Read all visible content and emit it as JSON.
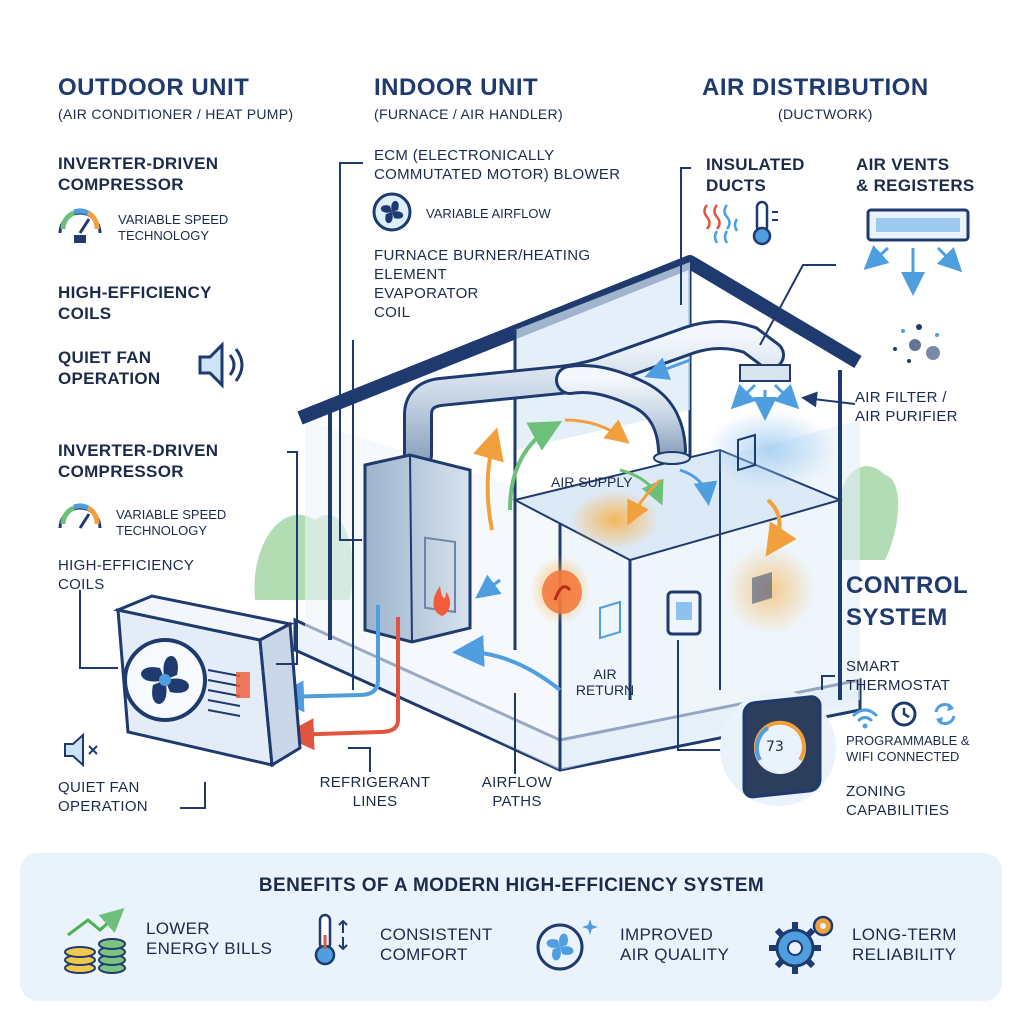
{
  "headers": {
    "outdoor": {
      "title": "OUTDOOR UNIT",
      "subtitle": "(AIR CONDITIONER / HEAT PUMP)"
    },
    "indoor": {
      "title": "INDOOR UNIT",
      "subtitle": "(FURNACE / AIR HANDLER)"
    },
    "distribution": {
      "title": "AIR DISTRIBUTION",
      "subtitle": "(DUCTWORK)"
    }
  },
  "outdoor_features": {
    "compressor_1": [
      "INVERTER-DRIVEN",
      "COMPRESSOR"
    ],
    "variable_speed_1": [
      "VARIABLE SPEED",
      "TECHNOLOGY"
    ],
    "coils_1": [
      "HIGH-EFFICIENCY",
      "COILS"
    ],
    "quiet_fan_1": [
      "QUIET FAN",
      "OPERATION"
    ],
    "compressor_2": [
      "INVERTER-DRIVEN",
      "COMPRESSOR"
    ],
    "variable_speed_2": [
      "VARIABLE SPEED",
      "TECHNOLOGY"
    ],
    "coils_2": [
      "HIGH-EFFICIENCY",
      "COILS"
    ],
    "quiet_fan_2": [
      "QUIET FAN",
      "OPERATION"
    ]
  },
  "indoor_features": {
    "ecm_blower": [
      "ECM (ELECTRONICALLY",
      "COMMUTATED MOTOR) BLOWER"
    ],
    "variable_airflow": "VARIABLE AIRFLOW",
    "burner": [
      "FURNACE BURNER/HEATING",
      "ELEMENT",
      "EVAPORATOR",
      "COIL"
    ]
  },
  "distribution_features": {
    "ducts": [
      "INSULATED",
      "DUCTS"
    ],
    "vents": [
      "AIR VENTS",
      "& REGISTERS"
    ],
    "filter": [
      "AIR FILTER /",
      "AIR PURIFIER"
    ]
  },
  "diagram_labels": {
    "air_supply": "AIR SUPPLY",
    "air_return": [
      "AIR",
      "RETURN"
    ],
    "refrigerant": [
      "REFRIGERANT",
      "LINES"
    ],
    "airflow": [
      "AIRFLOW",
      "PATHS"
    ]
  },
  "control": {
    "title": [
      "CONTROL",
      "SYSTEM"
    ],
    "thermostat": [
      "SMART",
      "THERMOSTAT"
    ],
    "programmable": [
      "PROGRAMMABLE &",
      "WIFI CONNECTED"
    ],
    "zoning": [
      "ZONING",
      "CAPABILITIES"
    ],
    "thermostat_display": "73"
  },
  "benefits": {
    "title": "BENEFITS OF A MODERN HIGH-EFFICIENCY SYSTEM",
    "items": [
      {
        "lines": [
          "LOWER",
          "ENERGY BILLS"
        ],
        "icon": "coins-growth-icon"
      },
      {
        "lines": [
          "CONSISTENT",
          "COMFORT"
        ],
        "icon": "thermometer-icon"
      },
      {
        "lines": [
          "IMPROVED",
          "AIR QUALITY"
        ],
        "icon": "fan-sparkle-icon"
      },
      {
        "lines": [
          "LONG-TERM",
          "RELIABILITY"
        ],
        "icon": "gears-icon"
      }
    ]
  },
  "colors": {
    "navy": "#1e3a6e",
    "blue": "#4f9fe0",
    "light_blue": "#e6f1fb",
    "red": "#e0553f",
    "orange": "#f2a03d",
    "green": "#7cc47f"
  }
}
